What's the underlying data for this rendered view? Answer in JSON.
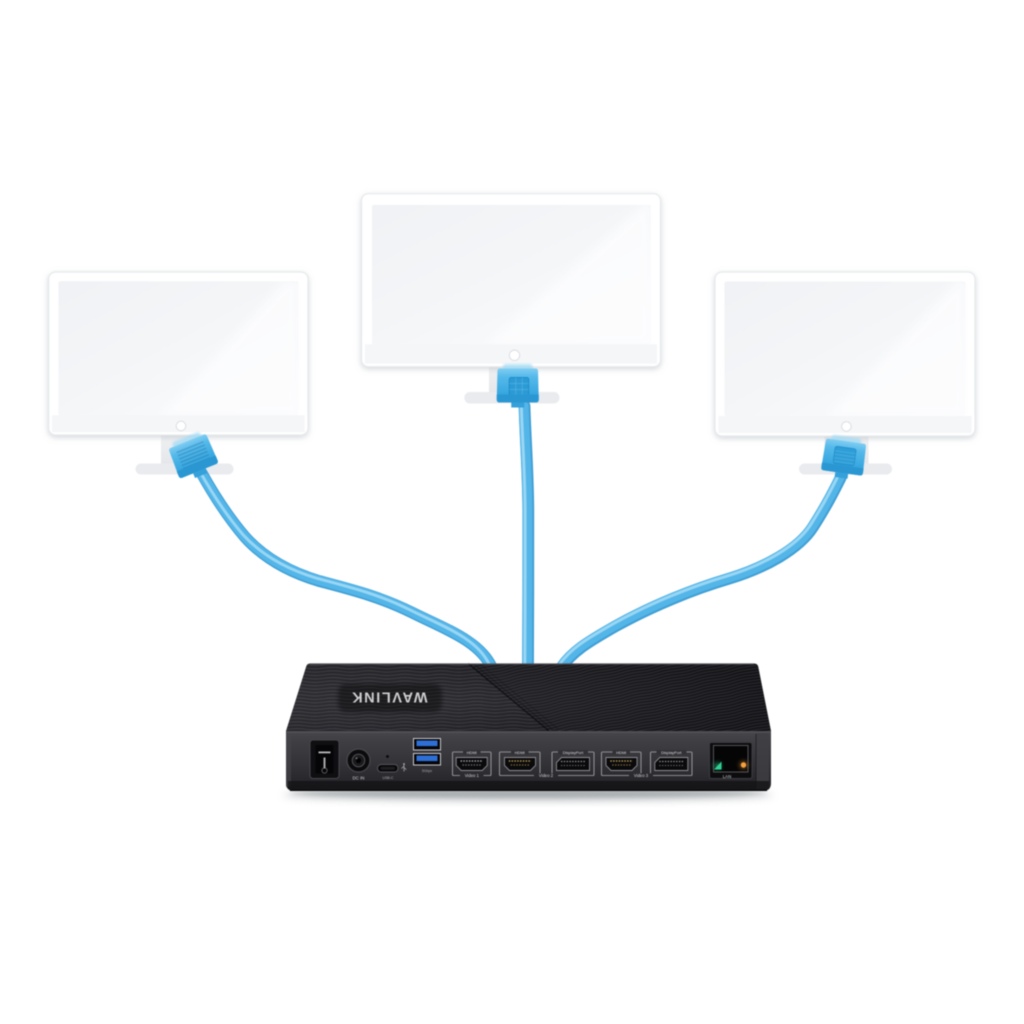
{
  "brand": {
    "logo_text": "WAVLINK"
  },
  "monitors": {
    "count": 3
  },
  "dock": {
    "labels": {
      "dc_in": "DC IN",
      "usb_c": "USB-C",
      "usb_speed": "5Gbps",
      "hdmi_1": "HDMI",
      "video_1": "Video 1",
      "hdmi_2": "HDMI",
      "displayport_1": "DisplayPort",
      "video_2": "Video 2",
      "hdmi_3": "HDMI",
      "displayport_2": "DisplayPort",
      "video_3": "Video 3",
      "lan": "LAN"
    }
  },
  "colors": {
    "background": "#ffffff",
    "cable": "#54b5e8",
    "cable_highlight": "#a9def6",
    "cable_edge": "#3f9ed4",
    "connector": "#45b0e5",
    "usb_port": "#2e6fd6",
    "led_green": "#31d193",
    "led_amber": "#f9a13c",
    "dock_top": "#1d1d21",
    "dock_panel": "#39393d",
    "monitor_white": "#ffffff",
    "screen_tint": "#f3f5f7"
  }
}
